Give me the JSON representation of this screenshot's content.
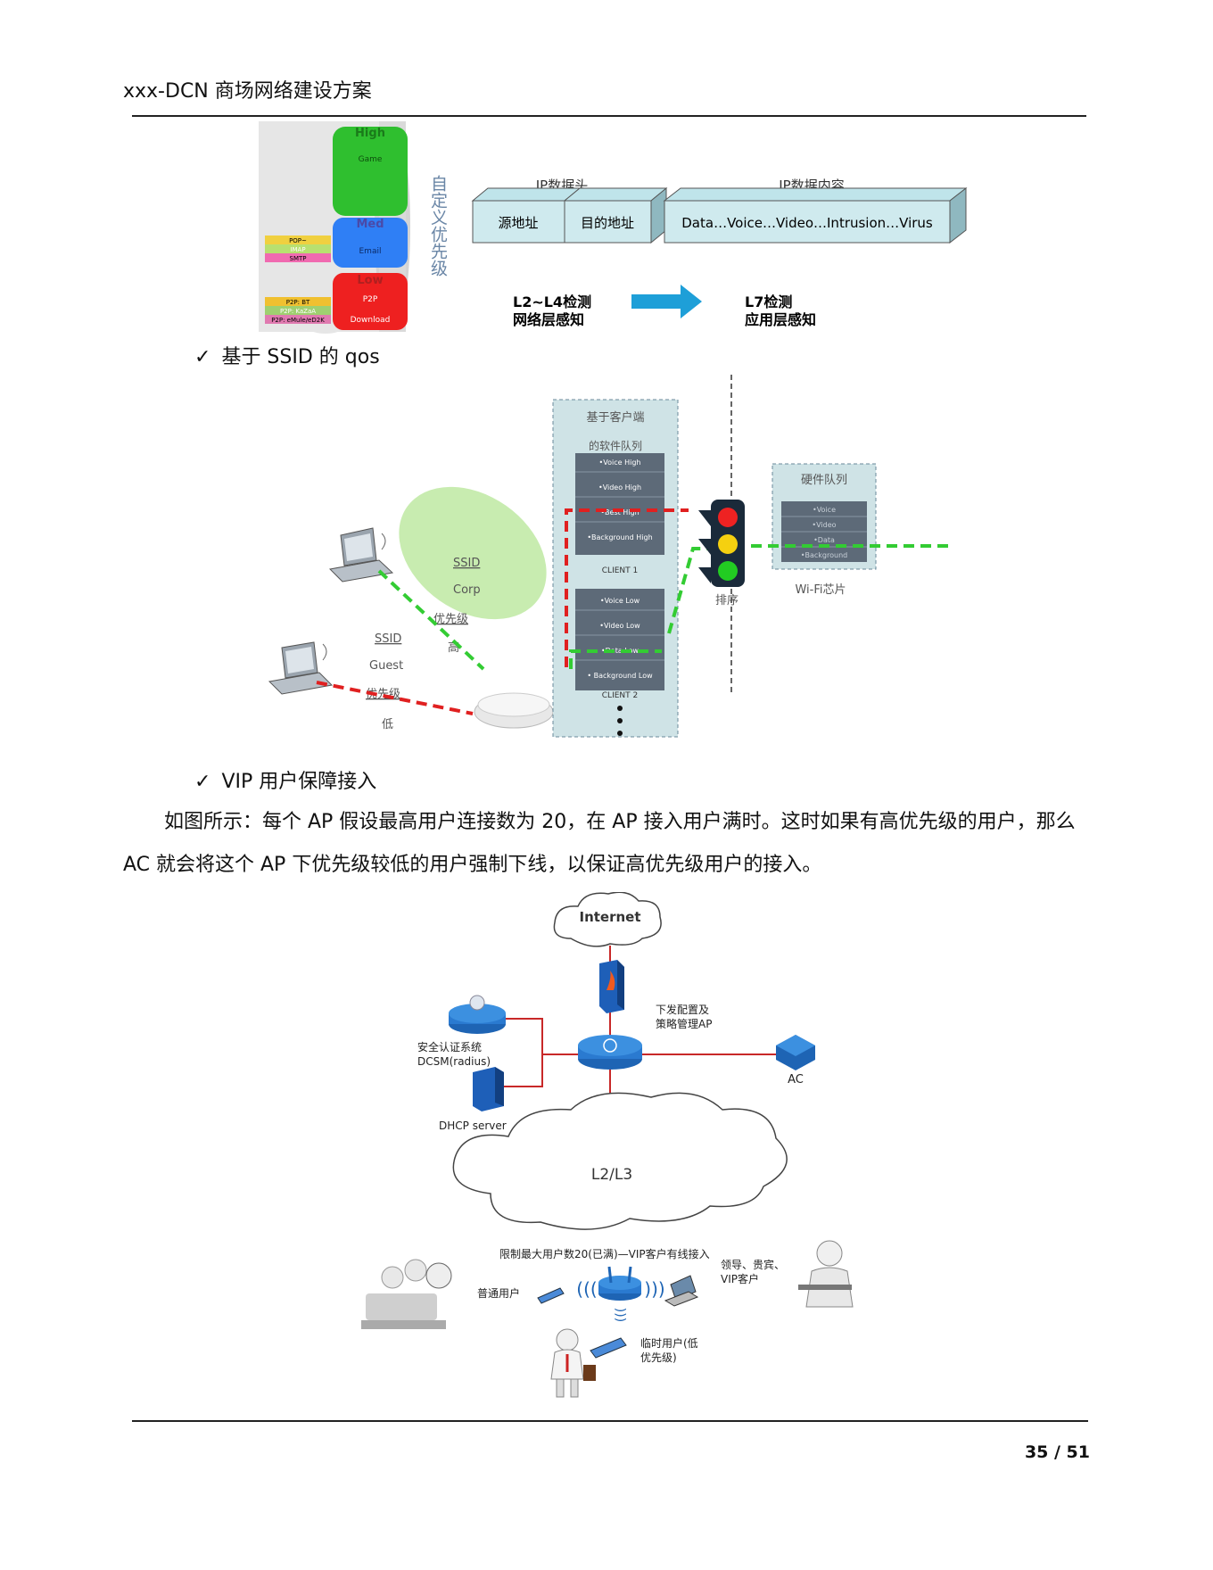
{
  "header": {
    "title": "xxx-DCN 商场网络建设方案"
  },
  "qos_figure": {
    "priority_cylinder": {
      "high_label": "High",
      "high_item": "Game",
      "med_label": "Med",
      "med_item": "Email",
      "low_label": "Low",
      "low_item_1": "P2P",
      "low_item_2": "Download",
      "mail_tags": [
        "POP~",
        "IMAP",
        "SMTP"
      ],
      "p2p_tags": [
        "P2P: BT",
        "P2P: KaZaA",
        "P2P: eMule/eD2K"
      ],
      "side_label": "自定义优先级"
    },
    "ip_header_label": "IP数据头",
    "ip_content_label": "IP数据内容",
    "src_addr": "源地址",
    "dst_addr": "目的地址",
    "content_text": "Data…Voice…Video…Intrusion…Virus",
    "l2l4_line1": "L2~L4检测",
    "l2l4_line2": "网络层感知",
    "l7_line1": "L7检测",
    "l7_line2": "应用层感知"
  },
  "bullet_ssid": "基于 SSID 的 qos",
  "ssid_figure": {
    "client_queue_title_1": "基于客户端",
    "client_queue_title_2": "的软件队列",
    "client1_rows": [
      "•Voice High",
      "•Video High",
      "•Best High",
      "•Background High"
    ],
    "client1_label": "CLIENT 1",
    "client2_rows": [
      "•Voice Low",
      "•Video Low",
      "•Data Low",
      "• Background Low"
    ],
    "client2_label": "CLIENT 2",
    "sort_label": "排序",
    "hw_queue_title": "硬件队列",
    "hw_rows": [
      "•Voice",
      "•Video",
      "•Data",
      "•Background"
    ],
    "wifi_chip_label": "Wi-Fi芯片",
    "ssid_corp": [
      "SSID",
      "Corp",
      "优先级",
      "高"
    ],
    "ssid_guest": [
      "SSID",
      "Guest",
      "优先级",
      "低"
    ],
    "colors": {
      "high": "#33cc33",
      "low": "#e02020",
      "queue_bg": "#cfe3e6"
    }
  },
  "bullet_vip": "VIP 用户保障接入",
  "paragraph": "如图所示：每个 AP 假设最高用户连接数为 20，在 AP 接入用户满时。这时如果有高优先级的用户，那么 AC 就会将这个 AP 下优先级较低的用户强制下线，以保证高优先级用户的接入。",
  "vip_figure": {
    "internet": "Internet",
    "config_label_1": "下发配置及",
    "config_label_2": "策略管理AP",
    "ac_label": "AC",
    "auth_label_1": "安全认证系统",
    "auth_label_2": "DCSM(radius)",
    "dhcp_label": "DHCP server",
    "cloud_label": "L2/L3",
    "limit_label": "限制最大用户数20(已满)—VIP客户有线接入",
    "normal_user": "普通用户",
    "vip_label_1": "领导、贵宾、",
    "vip_label_2": "VIP客户",
    "temp_label_1": "临时用户(低",
    "temp_label_2": "优先级)"
  },
  "footer": {
    "page_number": "35 / 51"
  }
}
